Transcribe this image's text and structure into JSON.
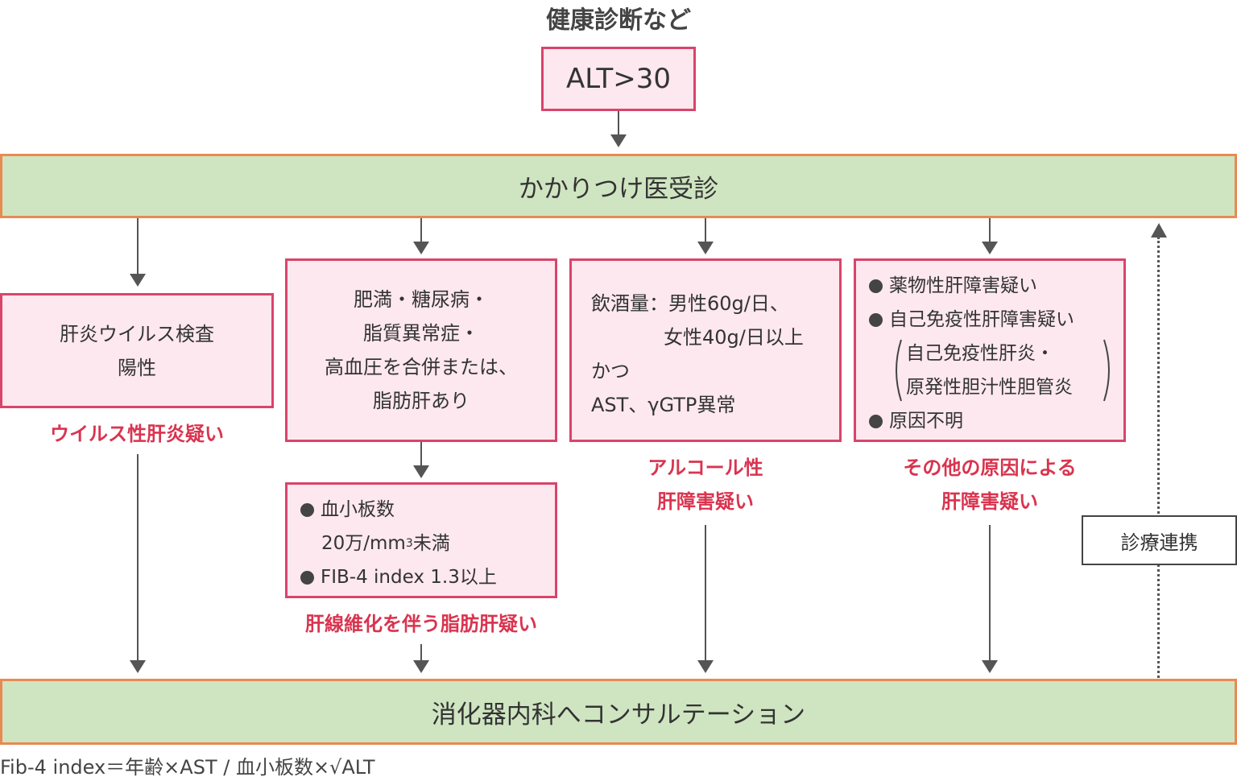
{
  "top_label": "健康診断など",
  "start_box": "ALT>30",
  "primary_care": "かかりつけ医受診",
  "box_viral": [
    "肝炎ウイルス検査",
    "陽性"
  ],
  "label_viral": "ウイルス性肝炎疑い",
  "box_metabolic": [
    "肥満・糖尿病・",
    "脂質異常症・",
    "高血圧を合併または、",
    "脂肪肝あり"
  ],
  "box_fibrosis": {
    "b1_line1": "血小板数",
    "b1_line2_pre": "20万/mm",
    "b1_line2_sup": "3",
    "b1_line2_post": "未満",
    "b2": "FIB-4 index 1.3以上"
  },
  "label_fibrosis": "肝線維化を伴う脂肪肝疑い",
  "box_alcohol": [
    "飲酒量：男性60g/日、",
    "女性40g/日以上",
    "かつ",
    "AST、γGTP異常"
  ],
  "label_alcohol": [
    "アルコール性",
    "肝障害疑い"
  ],
  "box_other": {
    "b1": "薬物性肝障害疑い",
    "b2": "自己免疫性肝障害疑い",
    "paren1": "自己免疫性肝炎・",
    "paren2": "原発性胆汁性胆管炎",
    "b3": "原因不明"
  },
  "label_other": [
    "その他の原因による",
    "肝障害疑い"
  ],
  "cooperation": "診療連携",
  "consult": "消化器内科へコンサルテーション",
  "footnote": "Fib-4 index＝年齢×AST / 血小板数×√ALT"
}
